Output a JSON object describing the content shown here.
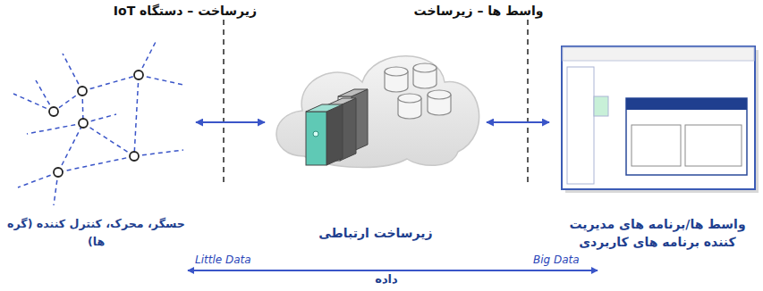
{
  "diagram": {
    "nodes": [
      {
        "text": [
          "حسگر، محرک، کنترل کننده (گره ها)"
        ]
      },
      {
        "text": [
          "زیرساخت ارتباطی"
        ]
      },
      {
        "text": [
          "واسط ها/برنامه های مدیریت کننده برنامه های کاربردی"
        ]
      }
    ],
    "edges": [
      {
        "from": 0,
        "to": 1,
        "arrow": "both"
      },
      {
        "from": 1,
        "to": 2,
        "arrow": "both"
      }
    ],
    "labels": [
      "زیرساخت – دستگاه IoT",
      "واسط ها – زیرساخت",
      "Little Data",
      "داده",
      "Big Data"
    ]
  }
}
